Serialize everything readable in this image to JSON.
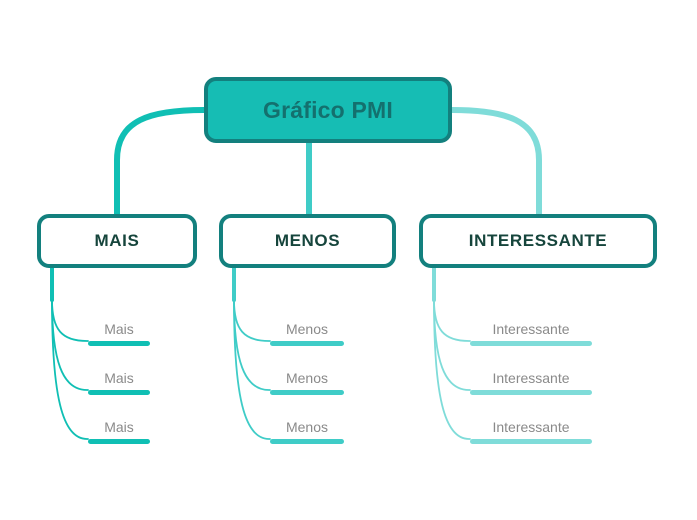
{
  "diagram": {
    "type": "mind-map",
    "title": "Gráfico PMI",
    "background": "#ffffff",
    "root": {
      "label": "Gráfico PMI",
      "fill": "#16BDB4",
      "border": "#13807E",
      "text_color": "#14706E"
    },
    "branches": [
      {
        "label": "MAIS",
        "color": "#10BFB4",
        "text_color": "#16453C",
        "border": "#13807E",
        "leaves": [
          {
            "label": "Mais"
          },
          {
            "label": "Mais"
          },
          {
            "label": "Mais"
          }
        ]
      },
      {
        "label": "MENOS",
        "color": "#3FCCC7",
        "text_color": "#16453C",
        "border": "#13807E",
        "leaves": [
          {
            "label": "Menos"
          },
          {
            "label": "Menos"
          },
          {
            "label": "Menos"
          }
        ]
      },
      {
        "label": "INTERESSANTE",
        "color": "#7FDCD9",
        "text_color": "#16453C",
        "border": "#13807E",
        "leaves": [
          {
            "label": "Interessante"
          },
          {
            "label": "Interessante"
          },
          {
            "label": "Interessante"
          }
        ]
      }
    ],
    "leaf_text_color": "#8A8A8A"
  }
}
